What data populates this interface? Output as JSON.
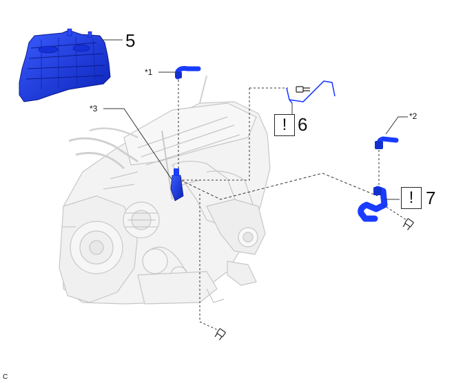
{
  "diagram": {
    "callouts": [
      {
        "id": "part-5",
        "text": "5"
      },
      {
        "id": "part-6",
        "text": "6"
      },
      {
        "id": "part-7",
        "text": "7"
      },
      {
        "id": "note-1",
        "text": "*1"
      },
      {
        "id": "note-2",
        "text": "*2"
      },
      {
        "id": "note-3",
        "text": "*3"
      }
    ],
    "caution_symbol": "!",
    "corner_code": "C",
    "colors": {
      "part_fill": "#1a3cff",
      "part_dark": "#0a1f9e",
      "engine_line": "#c9c9c9",
      "engine_fill": "#f1f1f1",
      "leader": "#333333"
    },
    "icons": [
      "caution-icon",
      "bolt-icon",
      "hose-icon",
      "engine-cover-icon"
    ]
  }
}
